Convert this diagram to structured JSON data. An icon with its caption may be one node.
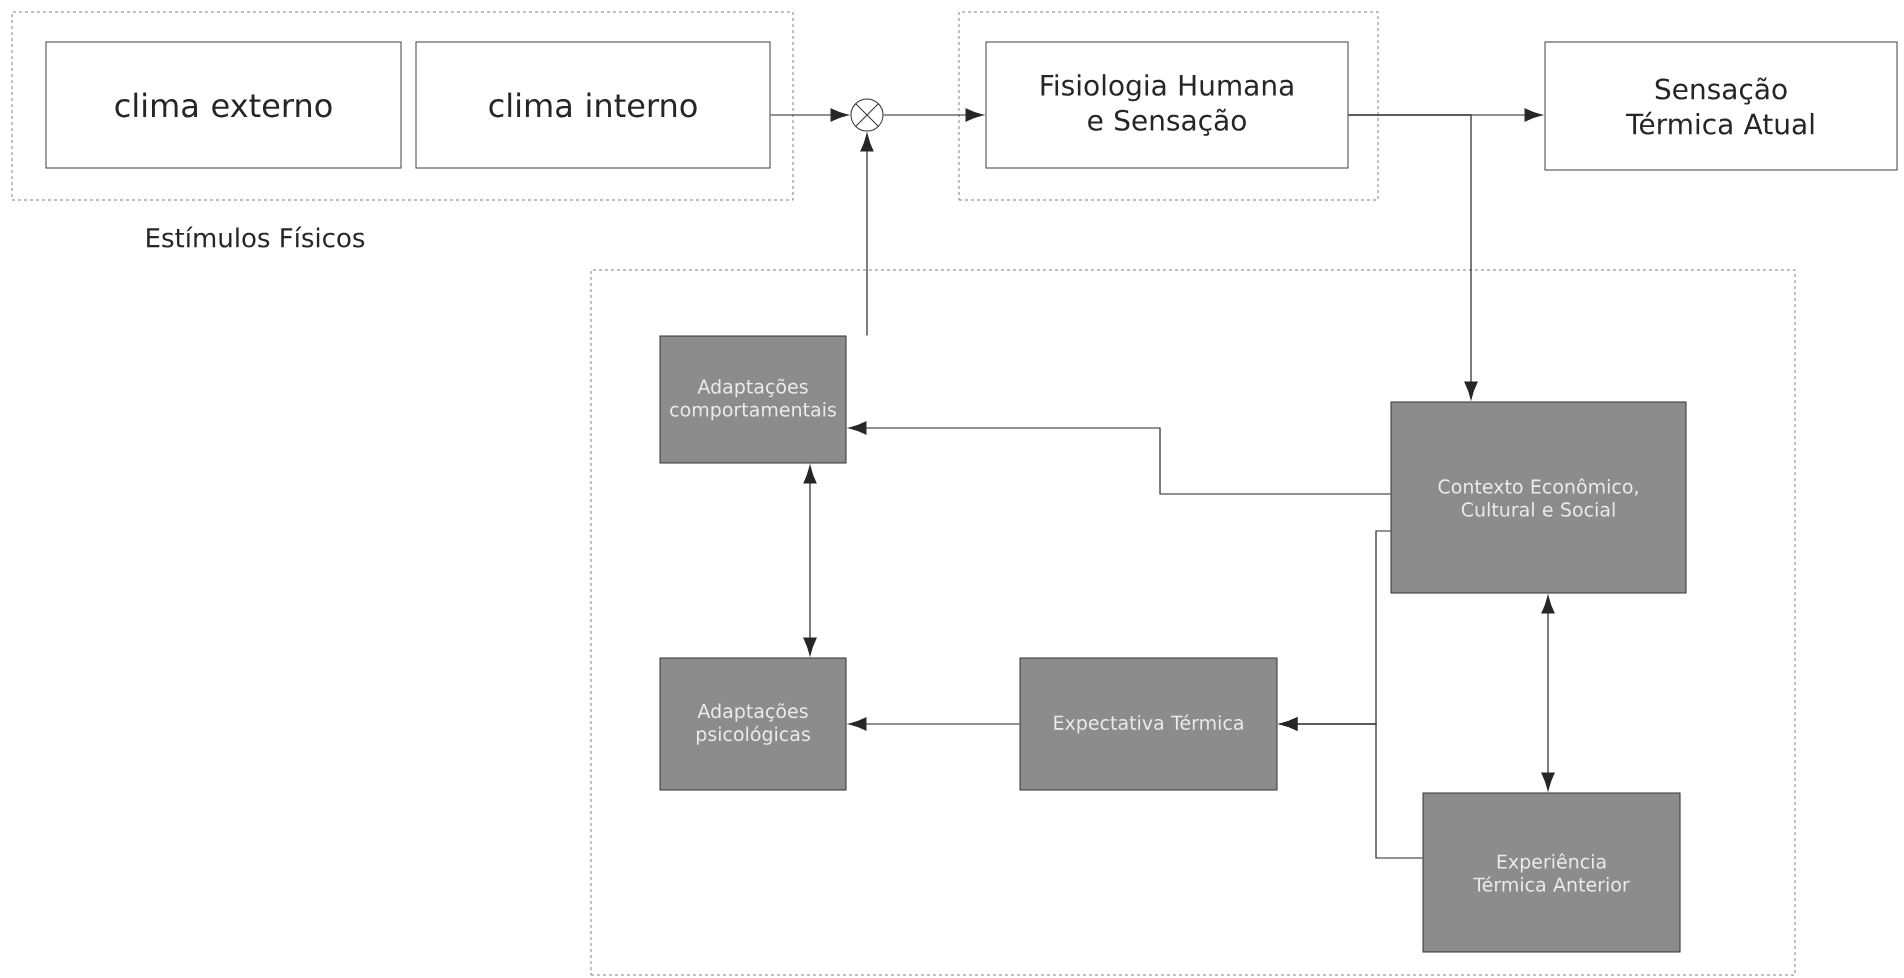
{
  "diagram": {
    "nodes": [
      {
        "text": [
          "Estímulos Físicos"
        ]
      },
      {
        "text": [
          "clima externo"
        ],
        "in": 0
      },
      {
        "text": [
          "clima interno"
        ],
        "in": 0
      },
      {
        "text": [],
        "shape": "circle"
      },
      {
        "text": [],
        "shape": "box"
      },
      {
        "text": [
          "Fisiologia Humana e Sensação"
        ],
        "in": 4
      },
      {
        "text": [
          "Sensação Térmica Atual"
        ]
      },
      {
        "text": [],
        "shape": "box"
      },
      {
        "text": [
          "Adaptações comportamentais"
        ],
        "in": 7
      },
      {
        "text": [
          "Contexto Econômico, Cultural e Social"
        ],
        "in": 7
      },
      {
        "text": [
          "Adaptações psicológicas"
        ],
        "in": 7
      },
      {
        "text": [
          "Expectativa Térmica"
        ],
        "in": 7
      },
      {
        "text": [
          "Experiência Térmica Anterior"
        ],
        "in": 7
      }
    ],
    "edges": [
      {
        "from": 2,
        "to": 3,
        "arrow": "to"
      },
      {
        "from": 3,
        "to": 5,
        "arrow": "to"
      },
      {
        "from": 5,
        "to": 6,
        "arrow": "to"
      },
      {
        "from": 5,
        "to": 9,
        "arrow": "to"
      },
      {
        "from": 8,
        "to": 3,
        "arrow": "to"
      },
      {
        "from": 9,
        "to": 8,
        "arrow": "to"
      },
      {
        "from": 8,
        "to": 10,
        "arrow": "both"
      },
      {
        "from": 9,
        "to": 12,
        "arrow": "both"
      },
      {
        "from": 9,
        "to": 11,
        "arrow": "to"
      },
      {
        "from": 12,
        "to": 11,
        "arrow": "to"
      },
      {
        "from": 11,
        "to": 10,
        "arrow": "to"
      }
    ]
  }
}
